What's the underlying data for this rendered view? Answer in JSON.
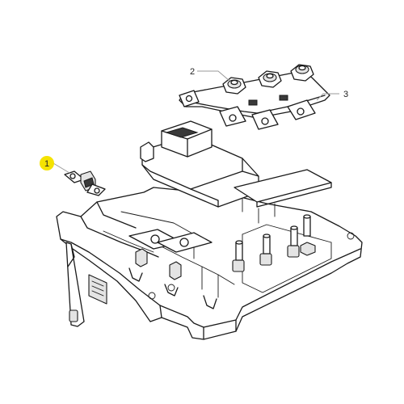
{
  "callouts": [
    {
      "label": "1",
      "highlighted": true
    },
    {
      "label": "2",
      "highlighted": false
    },
    {
      "label": "3",
      "highlighted": false
    }
  ],
  "colors": {
    "highlight": "#f5e300",
    "line": "#1a1a1a",
    "leader": "#9a9a9a",
    "background": "#ffffff"
  }
}
